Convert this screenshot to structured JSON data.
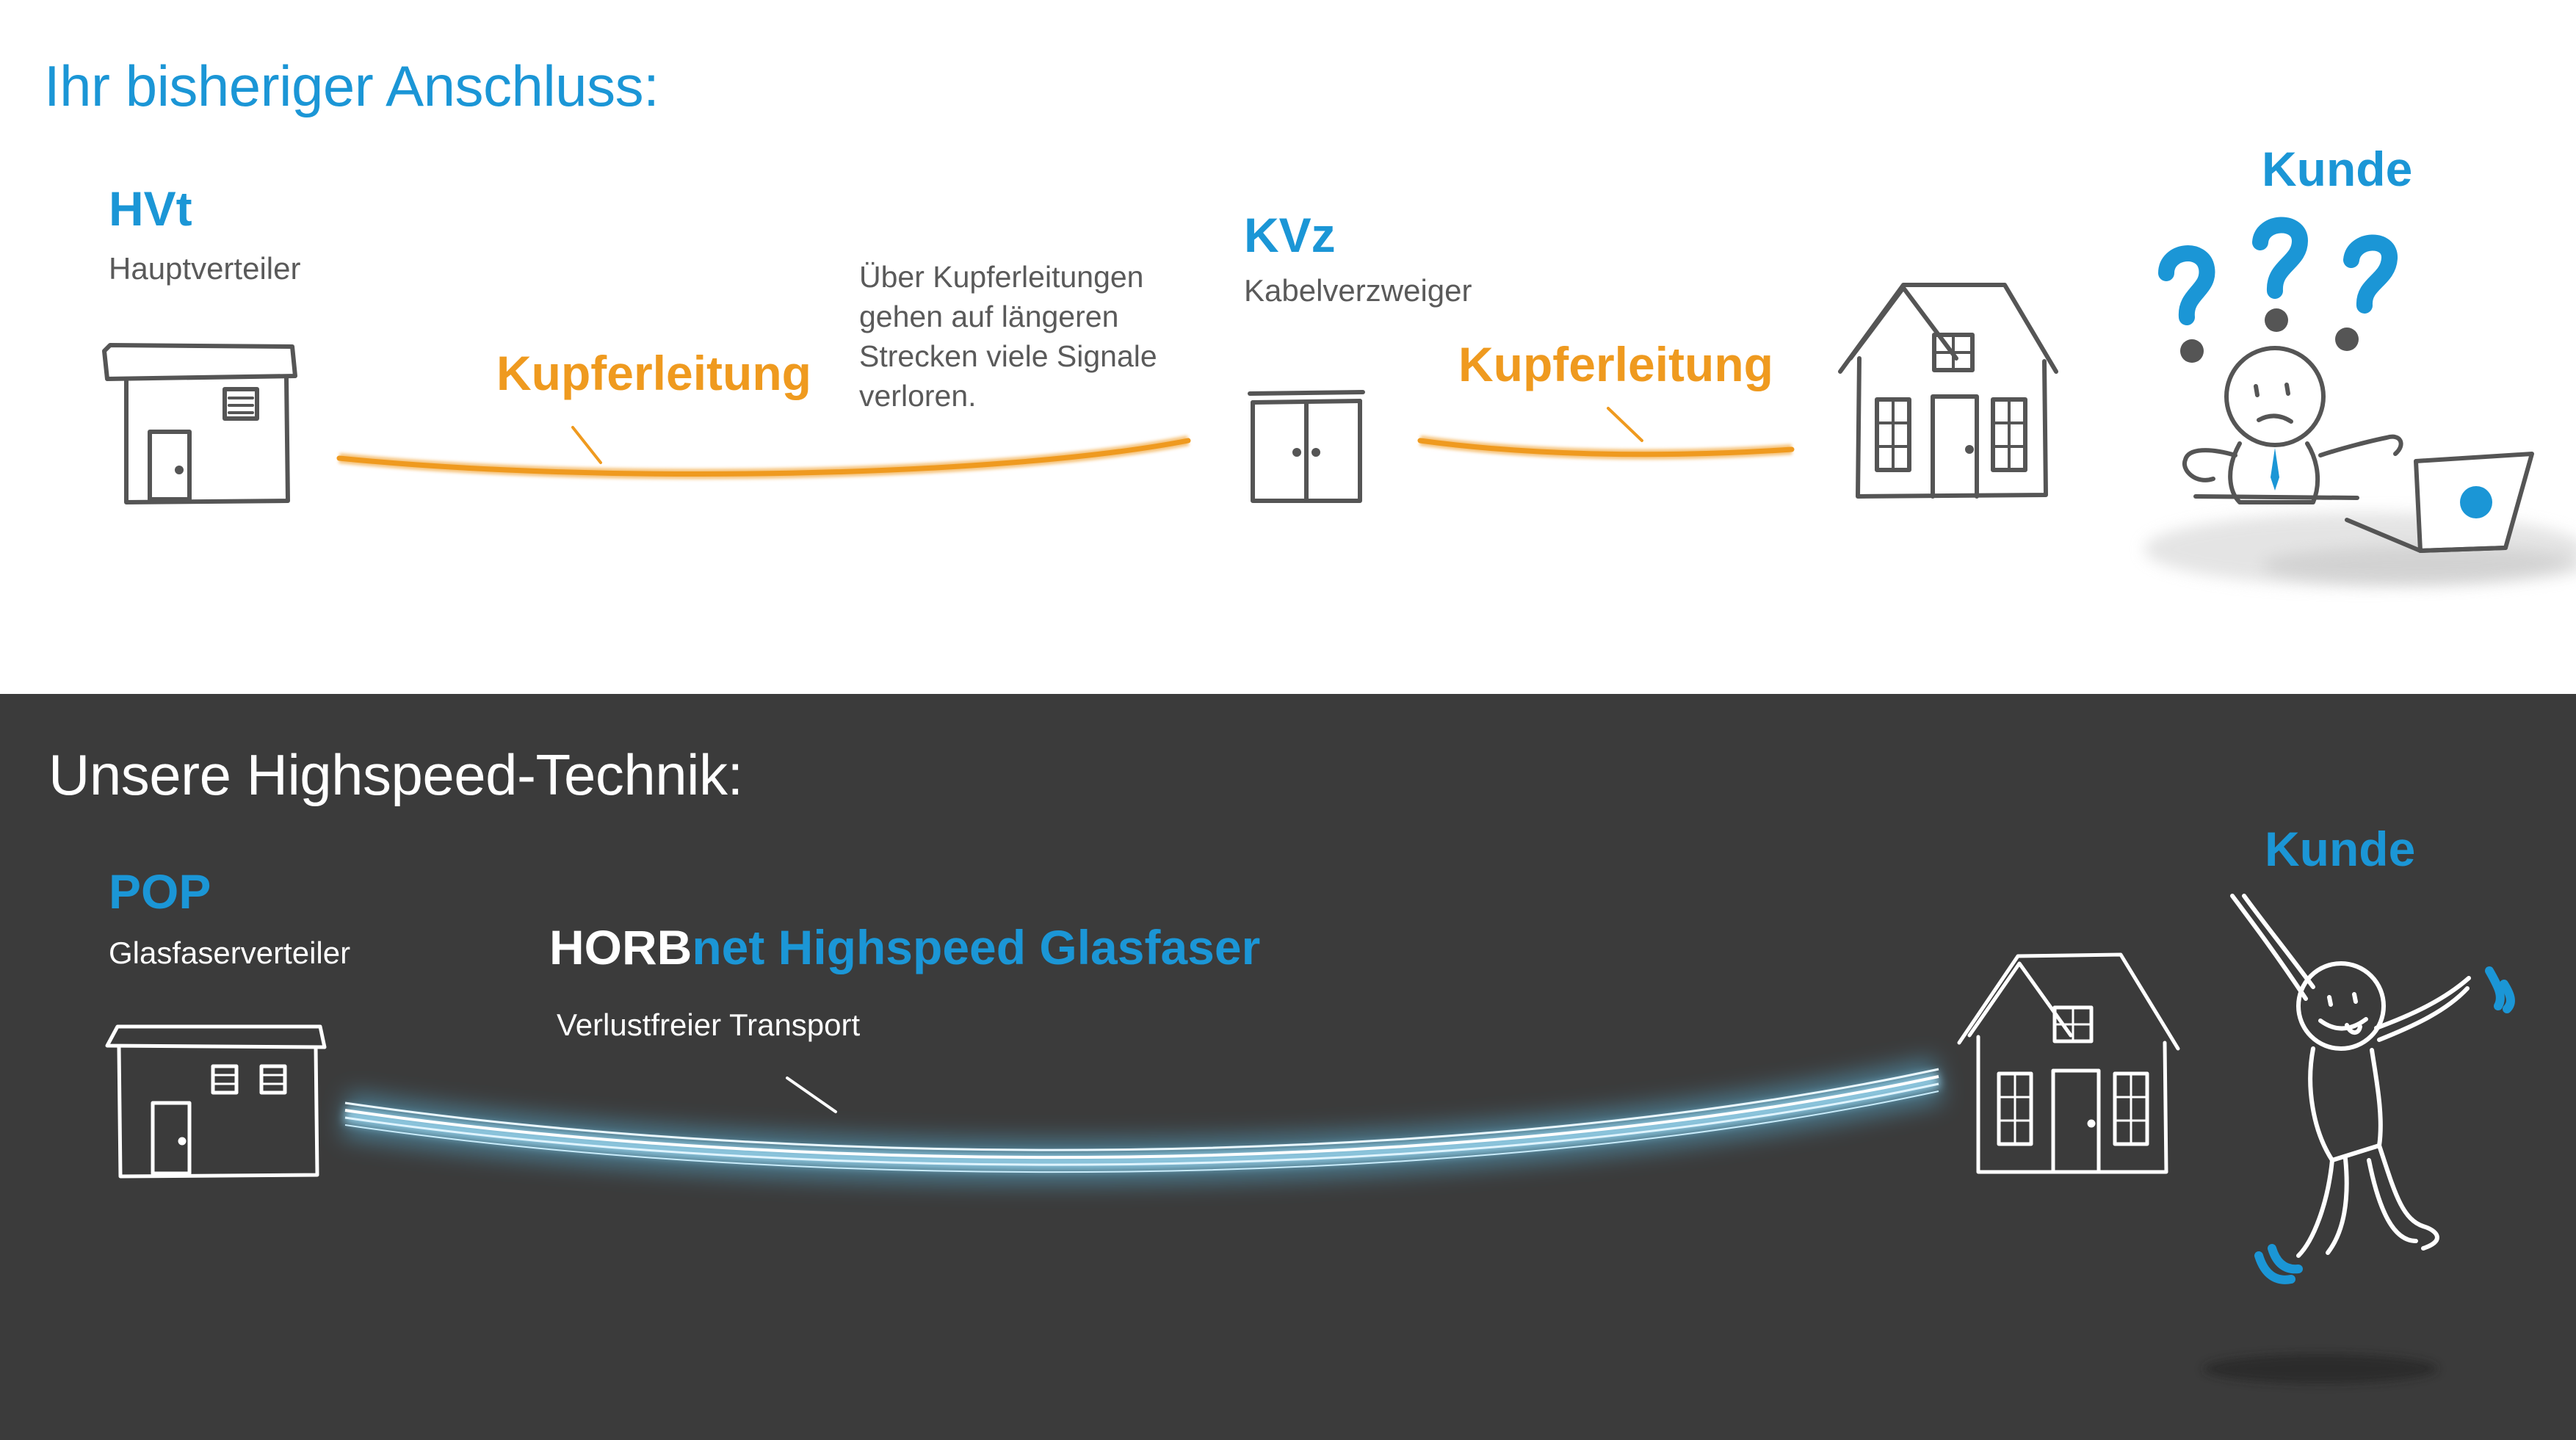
{
  "top": {
    "heading": "Ihr bisheriger Anschluss:",
    "hvt": {
      "label": "HVt",
      "sub": "Hauptverteiler"
    },
    "kvz": {
      "label": "KVz",
      "sub": "Kabelverzweiger"
    },
    "cable_label_1": "Kupferleitung",
    "cable_label_2": "Kupferleitung",
    "note": "Über Kupferleitungen gehen auf längeren Strecken viele Signale verloren.",
    "kunde": "Kunde"
  },
  "bottom": {
    "heading": "Unsere Highspeed-Technik:",
    "pop": {
      "label": "POP",
      "sub": "Glasfaserverteiler"
    },
    "fiber_brand": "HORB",
    "fiber_title_rest": "net Highspeed Glasfaser",
    "fiber_sub": "Verlustfreier Transport",
    "kunde": "Kunde"
  },
  "colors": {
    "blue": "#1b96d6",
    "orange": "#ef9a1f",
    "dark_bg": "#3b3b3b",
    "fiber_glow": "#9fdcf5"
  }
}
